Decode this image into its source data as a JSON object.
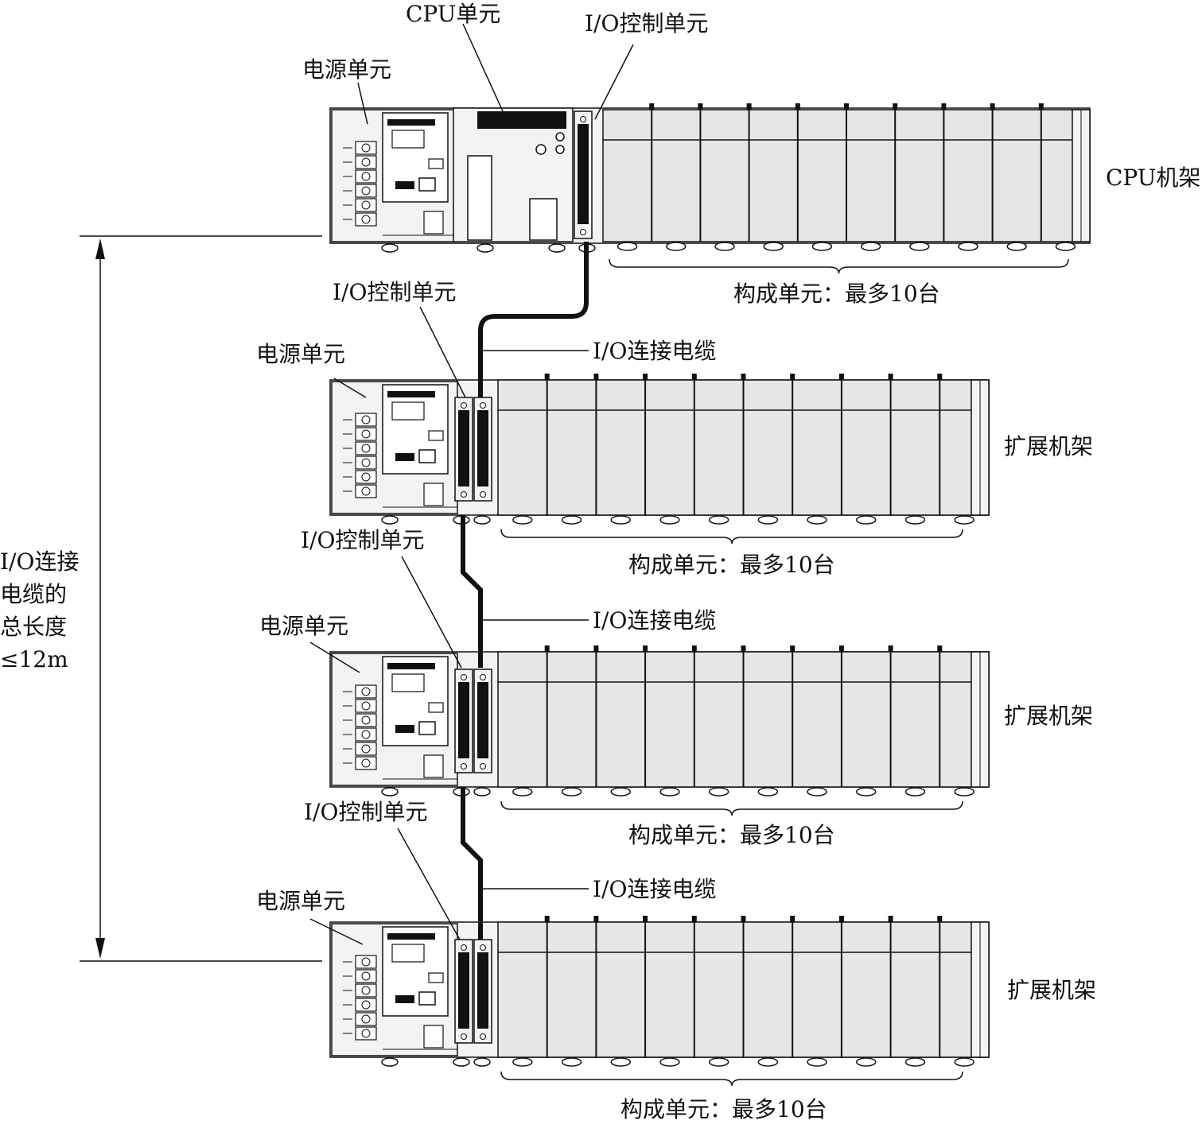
{
  "labels": {
    "cpu_unit": "CPU单元",
    "io_control_unit": "I/O控制单元",
    "power_unit": "电源单元",
    "cpu_rack": "CPU机架",
    "expansion_rack": "扩展机架",
    "config_units": "构成单元：最多10台",
    "io_cable": "I/O连接电缆",
    "total_length_lines": [
      "I/O连接",
      "电缆的",
      "总长度",
      "≤12m"
    ]
  },
  "racks": [
    {
      "type": "CPU机架",
      "max_units": 10
    },
    {
      "type": "扩展机架",
      "max_units": 10
    },
    {
      "type": "扩展机架",
      "max_units": 10
    },
    {
      "type": "扩展机架",
      "max_units": 10
    }
  ],
  "max_cable_length": "≤12m",
  "colors": {
    "unit_fill": "#e6e6e6",
    "panel_fill": "#f3f3f3",
    "line": "#111111"
  }
}
